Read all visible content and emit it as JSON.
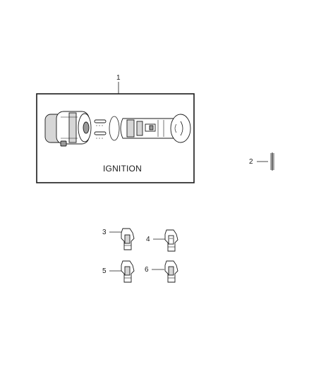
{
  "callouts": {
    "c1": "1",
    "c2": "2",
    "c3": "3",
    "c4": "4",
    "c5": "5",
    "c6": "6"
  },
  "kit_label": "IGNITION",
  "icons": {
    "housing": "lock-housing-icon",
    "cylinder": "lock-cylinder-icon",
    "oring": "o-ring-icon",
    "spring": "spring-icon",
    "tumbler": "tumbler-icon"
  },
  "colors": {
    "ink": "#1a1a1a",
    "shade": "#d6d6d6",
    "dark_shade": "#9a9a9a"
  }
}
